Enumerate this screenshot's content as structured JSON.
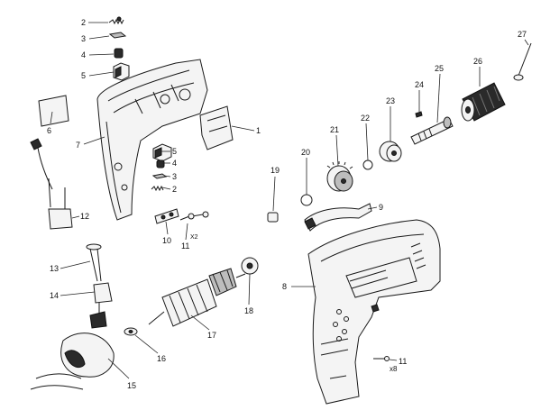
{
  "callouts": [
    {
      "id": "c2a",
      "text": "2"
    },
    {
      "id": "c3a",
      "text": "3"
    },
    {
      "id": "c4a",
      "text": "4"
    },
    {
      "id": "c5a",
      "text": "5"
    },
    {
      "id": "c6",
      "text": "6"
    },
    {
      "id": "c7",
      "text": "7"
    },
    {
      "id": "c1",
      "text": "1"
    },
    {
      "id": "c5b",
      "text": "5"
    },
    {
      "id": "c4b",
      "text": "4"
    },
    {
      "id": "c3b",
      "text": "3"
    },
    {
      "id": "c2b",
      "text": "2"
    },
    {
      "id": "c12",
      "text": "12"
    },
    {
      "id": "c10",
      "text": "10"
    },
    {
      "id": "c11a",
      "text": "11"
    },
    {
      "id": "c19",
      "text": "19"
    },
    {
      "id": "c20",
      "text": "20"
    },
    {
      "id": "c21",
      "text": "21"
    },
    {
      "id": "c22",
      "text": "22"
    },
    {
      "id": "c23",
      "text": "23"
    },
    {
      "id": "c24",
      "text": "24"
    },
    {
      "id": "c25",
      "text": "25"
    },
    {
      "id": "c26",
      "text": "26"
    },
    {
      "id": "c27",
      "text": "27"
    },
    {
      "id": "c9",
      "text": "9"
    },
    {
      "id": "c8",
      "text": "8"
    },
    {
      "id": "c13",
      "text": "13"
    },
    {
      "id": "c14",
      "text": "14"
    },
    {
      "id": "c18",
      "text": "18"
    },
    {
      "id": "c17",
      "text": "17"
    },
    {
      "id": "c16",
      "text": "16"
    },
    {
      "id": "c15",
      "text": "15"
    },
    {
      "id": "c11b",
      "text": "11"
    }
  ],
  "quantities": [
    {
      "id": "q11a",
      "text": "X2"
    },
    {
      "id": "q11b",
      "text": "x8"
    }
  ]
}
